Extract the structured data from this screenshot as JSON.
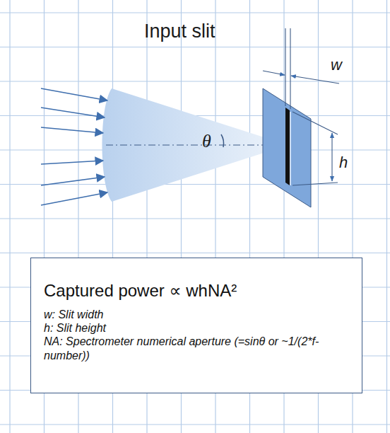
{
  "diagram": {
    "nodes": [
      {
        "text": [
          "Captured power ∝ whNA²",
          "w: Slit width",
          "h: Slit height",
          "NA: Spectrometer numerical aperture (=sinθ or ~1/(2*f-number))"
        ]
      }
    ],
    "labels": [
      "Input slit",
      "θ",
      "w",
      "h"
    ]
  }
}
